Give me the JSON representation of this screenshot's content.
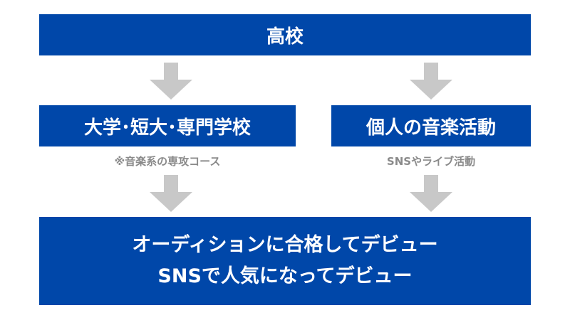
{
  "top": {
    "label": "高校"
  },
  "left": {
    "label": "大学･短大･専門学校",
    "note": "※音楽系の専攻コース"
  },
  "right": {
    "label": "個人の音楽活動",
    "note": "SNSやライブ活動"
  },
  "bottom": {
    "line1": "オーディションに合格してデビュー",
    "line2": "SNSで人気になってデビュー"
  },
  "colors": {
    "box": "#0047a9",
    "arrow": "#c8c8c8",
    "note": "#8a8a8a"
  }
}
